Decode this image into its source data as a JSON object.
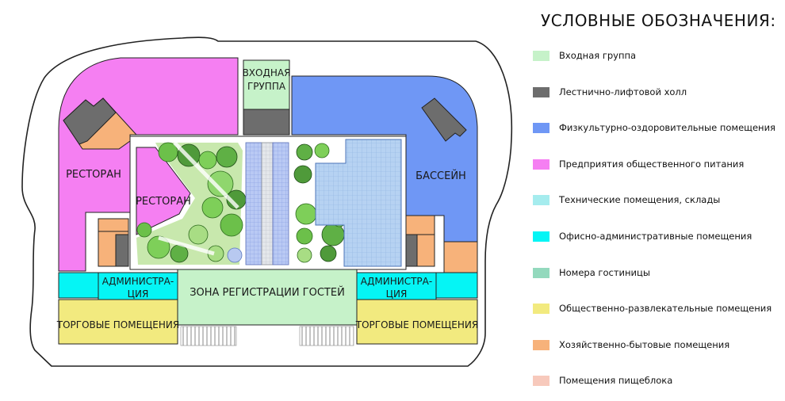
{
  "legend": {
    "title": "УСЛОВНЫЕ ОБОЗНАЧЕНИЯ:",
    "items": [
      {
        "label": "Входная группа",
        "color": "#c6f2c9"
      },
      {
        "label": "Лестнично-лифтовой холл",
        "color": "#6d6d6d"
      },
      {
        "label": "Физкультурно-оздоровительные помещения",
        "color": "#6f97f5"
      },
      {
        "label": "Предприятия общественного питания",
        "color": "#f57ff2"
      },
      {
        "label": "Технические помещения, склады",
        "color": "#a5ecee"
      },
      {
        "label": "Офисно-административные помещения",
        "color": "#05f5f5"
      },
      {
        "label": "Номера гостиницы",
        "color": "#93d9bd"
      },
      {
        "label": "Общественно-развлекательные помещения",
        "color": "#f2ea7f"
      },
      {
        "label": "Хозяйственно-бытовые помещения",
        "color": "#f7b27a"
      },
      {
        "label": "Помещения пищеблока",
        "color": "#f7c9bc"
      }
    ]
  },
  "plan": {
    "labels": {
      "entrance_line1": "ВХОДНАЯ",
      "entrance_line2": "ГРУППА",
      "restaurant_left": "РЕСТОРАН",
      "restaurant_garden": "РЕСТОРАН",
      "pool": "БАССЕЙН",
      "admin_left_line1": "АДМИНИСТРА-",
      "admin_left_line2": "ЦИЯ",
      "admin_right_line1": "АДМИНИСТРА-",
      "admin_right_line2": "ЦИЯ",
      "registration": "ЗОНА РЕГИСТРАЦИИ ГОСТЕЙ",
      "retail_left": "ТОРГОВЫЕ ПОМЕЩЕНИЯ",
      "retail_right": "ТОРГОВЫЕ ПОМЕЩЕНИЯ"
    }
  }
}
